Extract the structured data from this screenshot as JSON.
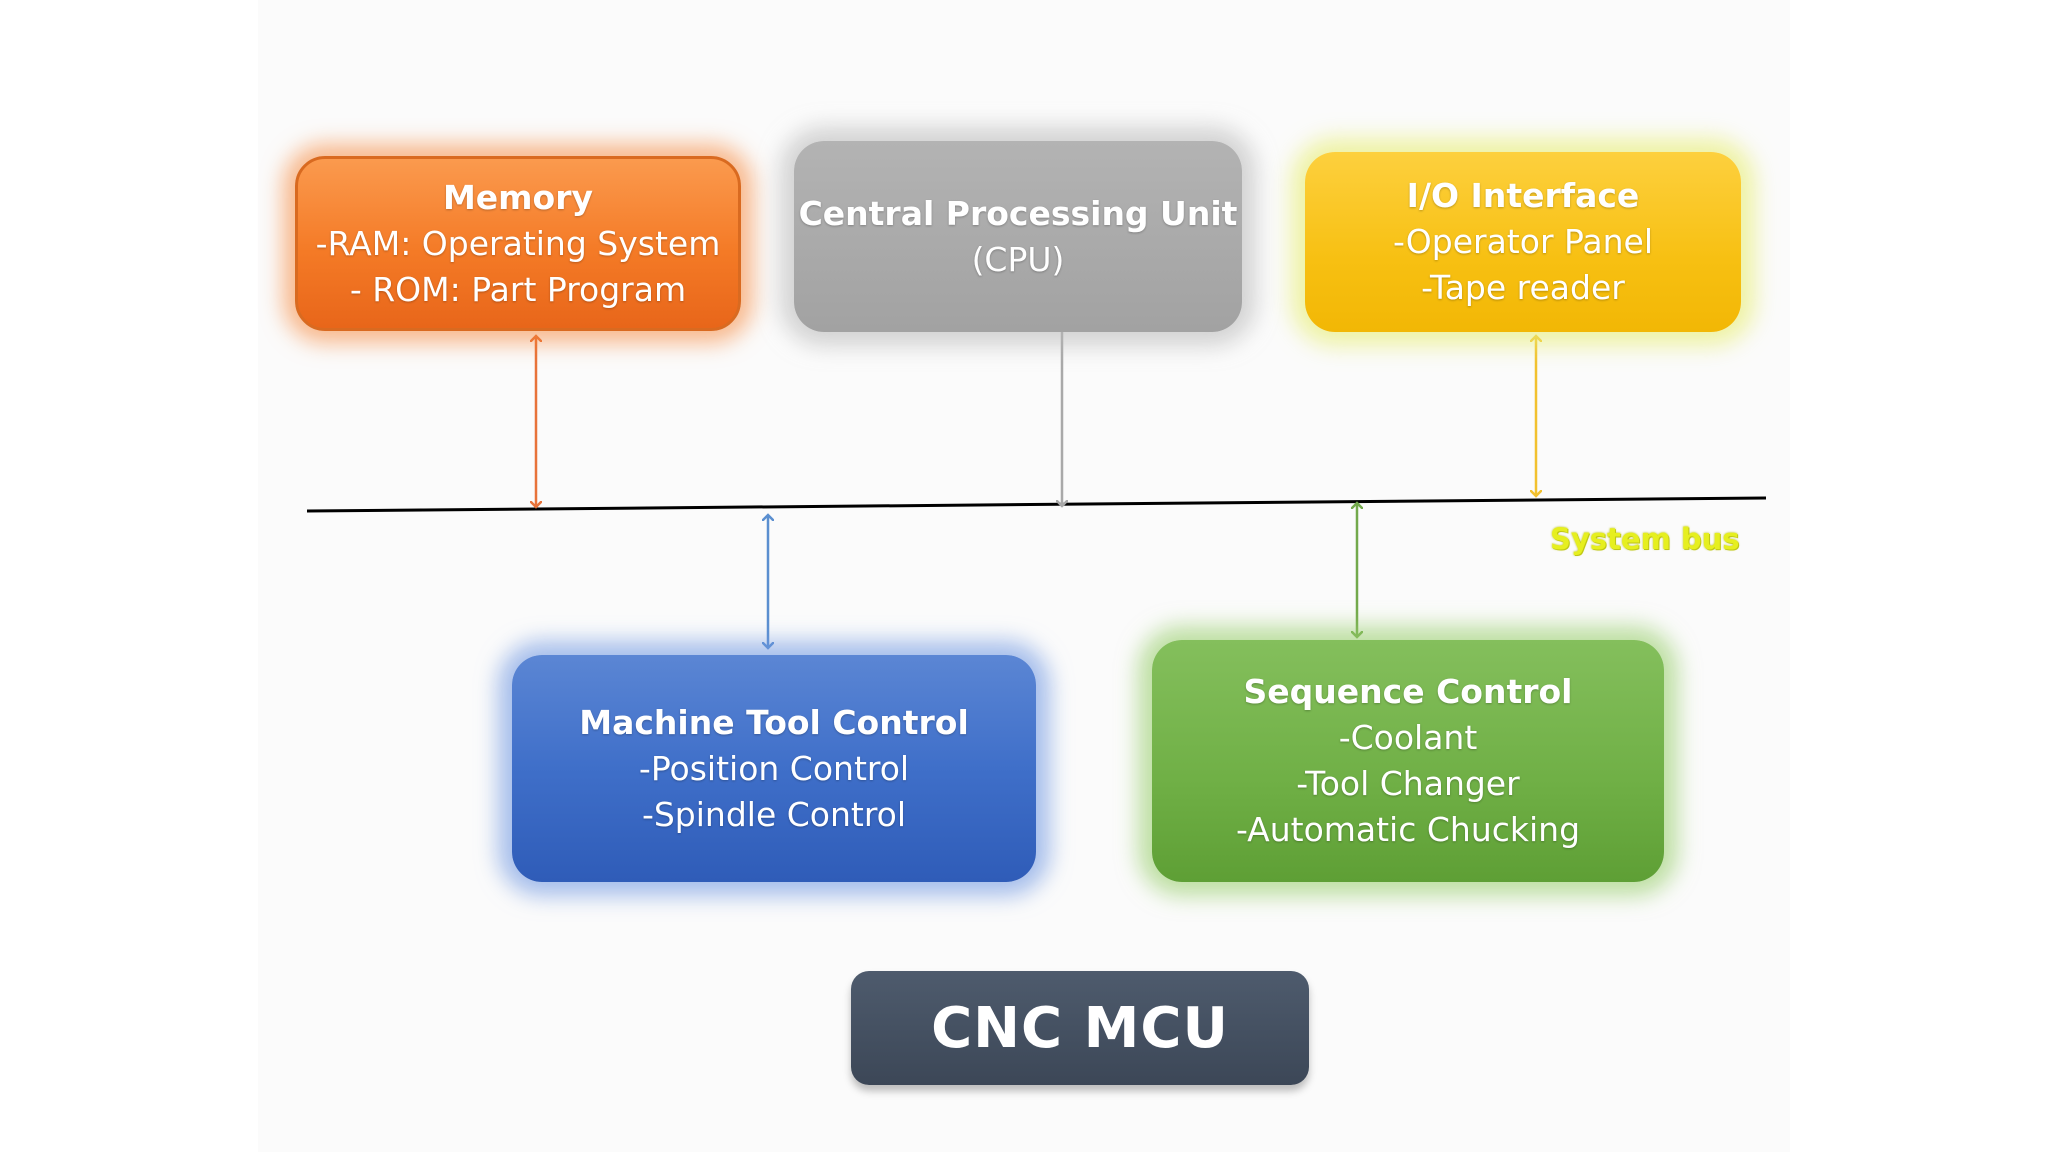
{
  "blocks": {
    "memory": {
      "title": "Memory",
      "line1": "-RAM: Operating System",
      "line2": "- ROM: Part Program"
    },
    "cpu": {
      "title": "Central Processing Unit",
      "line1": "(CPU)"
    },
    "io": {
      "title": "I/O Interface",
      "line1": "-Operator Panel",
      "line2": "-Tape reader"
    },
    "machine_tool_control": {
      "title": "Machine Tool Control",
      "line1": "-Position Control",
      "line2": "-Spindle Control"
    },
    "sequence_control": {
      "title": "Sequence Control",
      "line1": "-Coolant",
      "line2": "-Tool Changer",
      "line3": "-Automatic Chucking"
    }
  },
  "bus": {
    "label": "System bus"
  },
  "badge": {
    "label": "CNC MCU"
  },
  "colors": {
    "memory": "#f47a26",
    "cpu": "#a8a8a8",
    "io": "#f7c012",
    "machine_tool_control": "#3f6fc9",
    "sequence_control": "#6faf45",
    "bus_line": "#000000",
    "bus_label": "#e6ef1f",
    "badge": "#465366",
    "arrow_memory": "#e8733a",
    "arrow_cpu": "#a9a9a9",
    "arrow_io": "#f2c12e",
    "arrow_mtc": "#5b8fd0",
    "arrow_seq": "#73a94c"
  }
}
